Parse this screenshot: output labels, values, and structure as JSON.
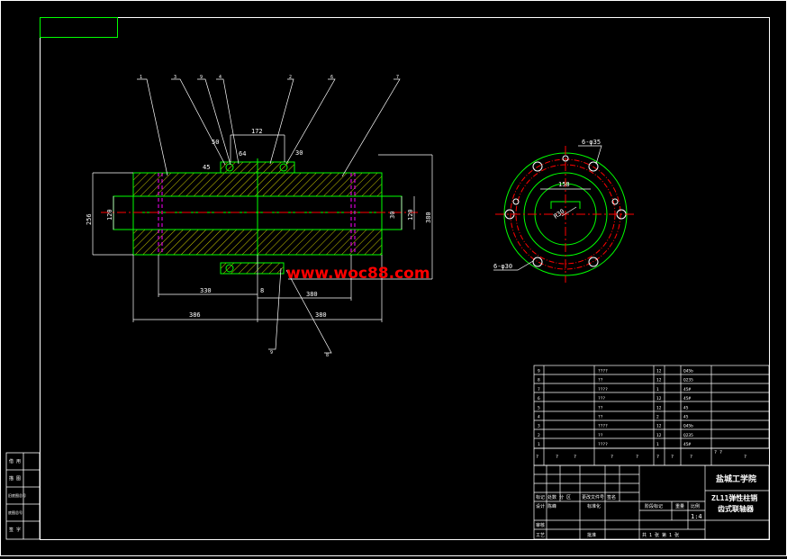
{
  "colors": {
    "background": "#000000",
    "frame": "#ffffff",
    "outline": "#00ff00",
    "hatch": "#ffff00",
    "dimension": "#ffffff",
    "centerline": "#ff0000",
    "hidden": "#ff00ff",
    "watermark": "#ff0000"
  },
  "watermark": "www.woc88.com",
  "balloons": [
    "1",
    "3",
    "9",
    "4",
    "2",
    "6",
    "7",
    "9",
    "8"
  ],
  "dimensions": {
    "d172": "172",
    "d50": "50",
    "d64": "64",
    "d45": "45",
    "d30_top": "30",
    "d256": "256",
    "d120_left": "120",
    "d30_right": "30",
    "d120_right": "120",
    "d380_vert": "380",
    "d330": "330",
    "d8": "8",
    "d380_low": "380",
    "d386": "386",
    "d380_bottom": "380"
  },
  "end_view": {
    "holes_top": "6-φ35",
    "holes_bottom": "6-φ30",
    "d158": "158",
    "radius": "R30"
  },
  "parts_list": {
    "rows": [
      {
        "no": "9",
        "name": "????",
        "qty": "12",
        "mat": "Q45b"
      },
      {
        "no": "8",
        "name": "??",
        "qty": "12",
        "mat": "Q235"
      },
      {
        "no": "7",
        "name": "????",
        "qty": "1",
        "mat": "45#"
      },
      {
        "no": "6",
        "name": "???",
        "qty": "12",
        "mat": "45#"
      },
      {
        "no": "5",
        "name": "??",
        "qty": "12",
        "mat": "45"
      },
      {
        "no": "4",
        "name": "??",
        "qty": "2",
        "mat": "45"
      },
      {
        "no": "3",
        "name": "????",
        "qty": "12",
        "mat": "Q45b"
      },
      {
        "no": "2",
        "name": "??",
        "qty": "12",
        "mat": "Q235"
      },
      {
        "no": "1",
        "name": "????",
        "qty": "1",
        "mat": "45#"
      }
    ],
    "header": [
      "?",
      "?",
      "?",
      "?",
      "?",
      "?",
      "?",
      "?",
      "?"
    ],
    "header_right": "? ?"
  },
  "title_block": {
    "school": "盐城工学院",
    "title_line1": "ZL11弹性柱销",
    "title_line2": "齿式联轴器",
    "scale": "1:4",
    "row_labels": [
      "标记 处数 分 区",
      "设计 陈峰",
      "",
      "审核",
      "工艺"
    ],
    "stage_label": "阶段标记",
    "weight_label": "重量",
    "scale_label": "比例",
    "sheet": "共 1 张 第 1 张",
    "std_label": "标准化",
    "approve_label": "批准",
    "update_label": "更改文件号 签名"
  },
  "side_labels": [
    "借 用",
    "描 图",
    "旧底图总号",
    "底图总号",
    "签 字"
  ]
}
